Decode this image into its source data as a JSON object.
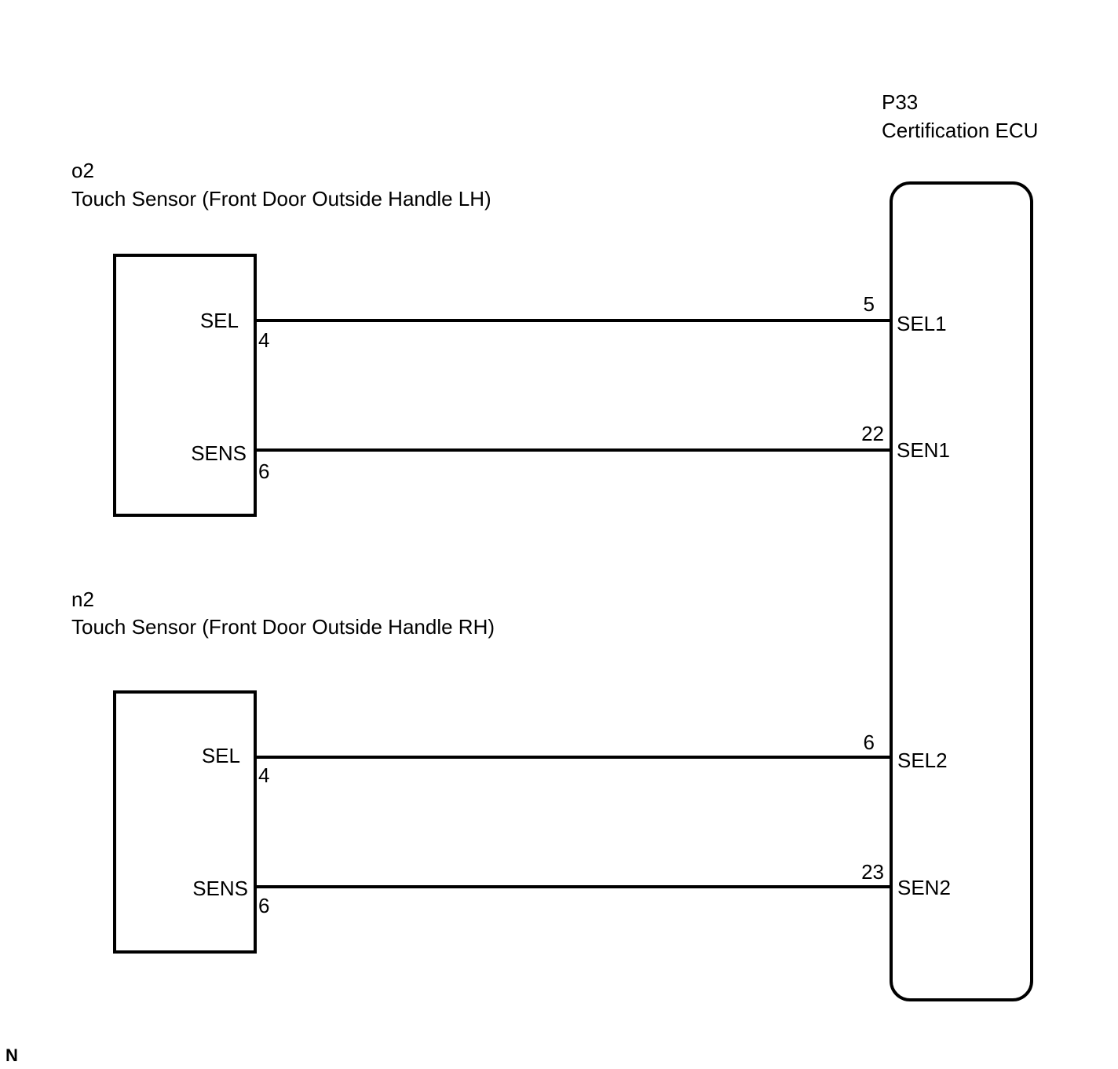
{
  "ecu": {
    "code": "P33",
    "name": "Certification ECU",
    "terminals": [
      {
        "pin": "5",
        "label": "SEL1"
      },
      {
        "pin": "22",
        "label": "SEN1"
      },
      {
        "pin": "6",
        "label": "SEL2"
      },
      {
        "pin": "23",
        "label": "SEN2"
      }
    ]
  },
  "sensor_lh": {
    "code": "o2",
    "name": "Touch Sensor (Front Door Outside Handle LH)",
    "terminals": [
      {
        "pin": "4",
        "label": "SEL"
      },
      {
        "pin": "6",
        "label": "SENS"
      }
    ]
  },
  "sensor_rh": {
    "code": "n2",
    "name": "Touch Sensor (Front Door Outside Handle RH)",
    "terminals": [
      {
        "pin": "4",
        "label": "SEL"
      },
      {
        "pin": "6",
        "label": "SENS"
      }
    ]
  },
  "footer_mark": "N"
}
